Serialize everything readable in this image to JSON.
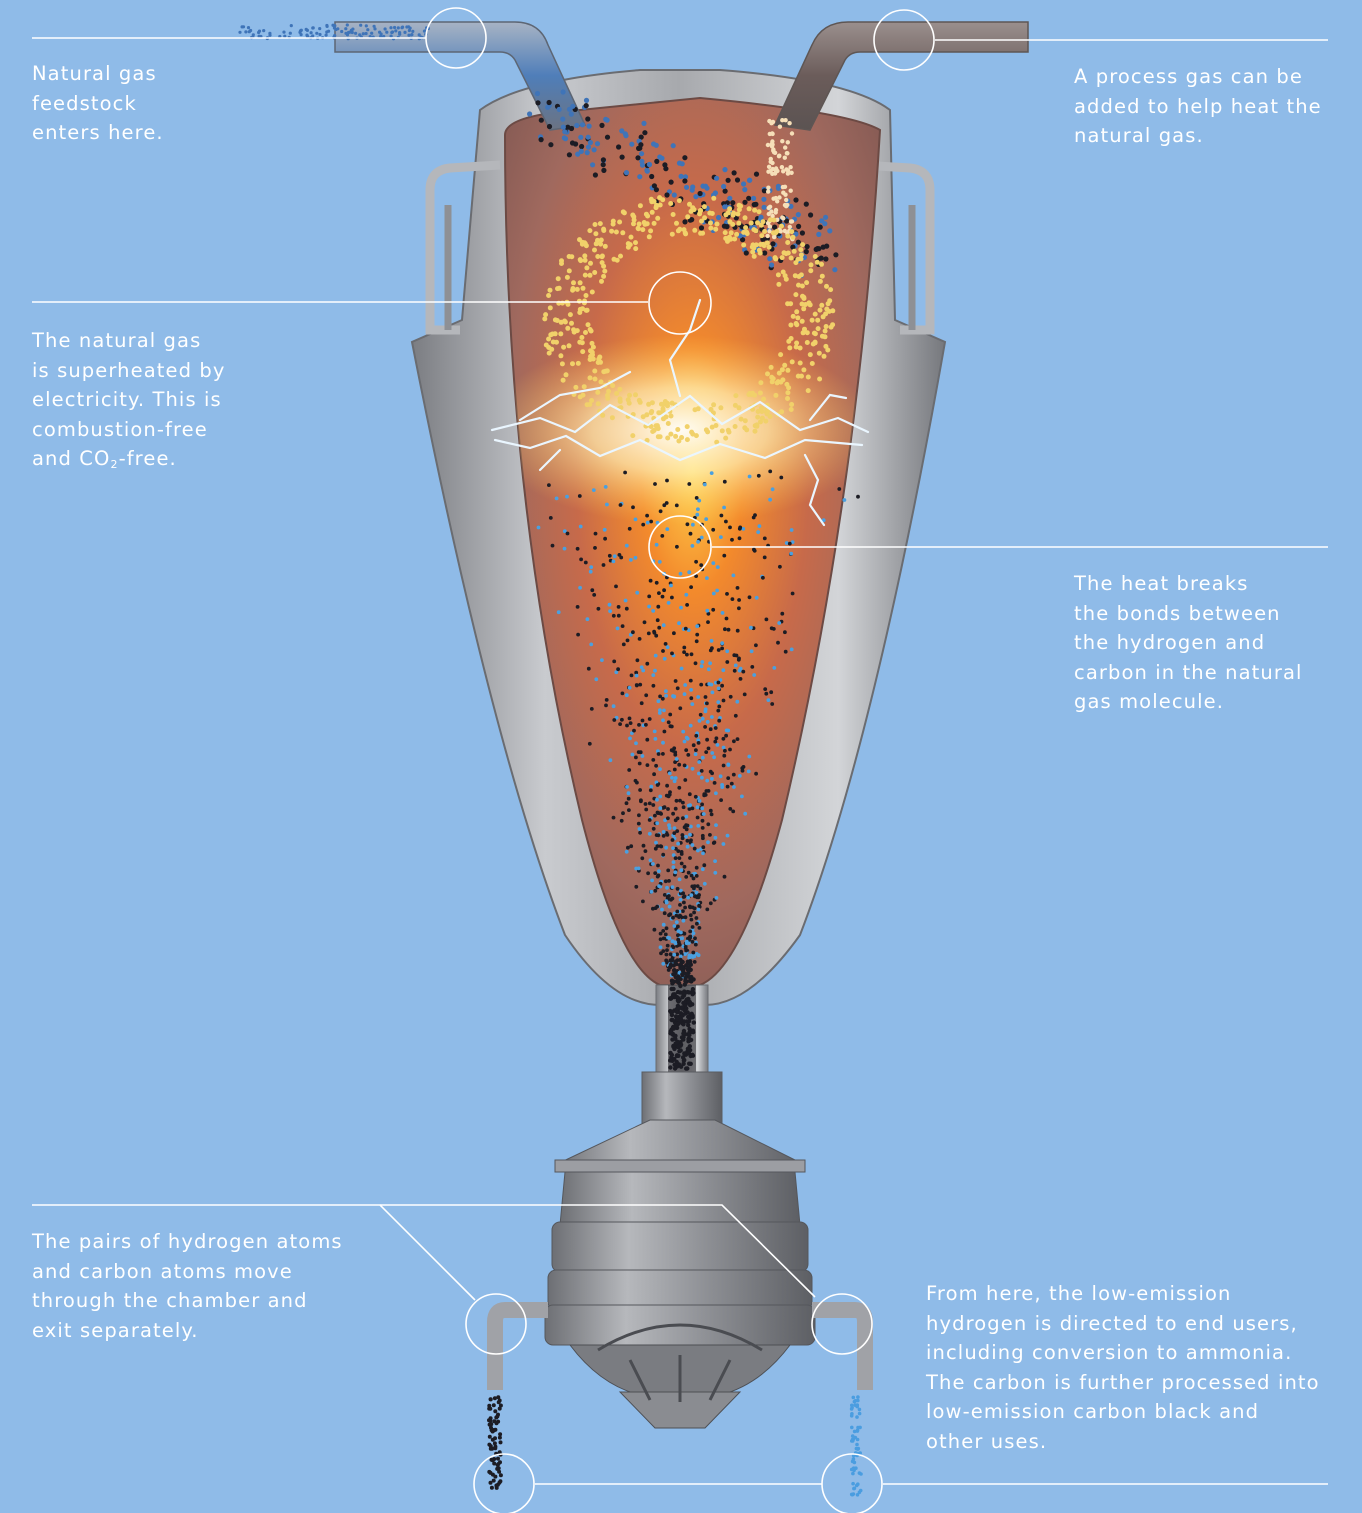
{
  "colors": {
    "background": "#8fbbe8",
    "callout_line": "#ffffff",
    "metal": "#9a9ca0",
    "chamber_glow": "#f08a30",
    "methane_particle": "#3f74b8",
    "hydrogen_particle": "#f1d16a",
    "carbon_particle": "#1c1c24",
    "electric_arc": "#e8f6ff"
  },
  "callouts": {
    "feedstock": "Natural gas\nfeedstock\nenters here.",
    "process_gas": "A process gas can be\nadded to help heat the\nnatural gas.",
    "superheated": {
      "text": "The natural gas\nis superheated by\nelectricity. This is\ncombustion-free\nand CO",
      "subscript": "2",
      "suffix": "-free."
    },
    "heat_breaks": "The heat breaks\nthe bonds between\nthe hydrogen and\ncarbon in the natural\ngas molecule.",
    "pairs": "The pairs of hydrogen atoms\nand carbon atoms move\nthrough the chamber and\nexit separately.",
    "from_here": "From here, the low-emission\nhydrogen is directed to end users,\nincluding conversion to ammonia.\nThe carbon is further processed into\nlow-emission carbon black and\nother uses."
  }
}
